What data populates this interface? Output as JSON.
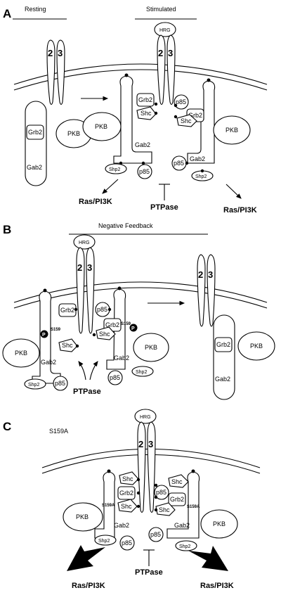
{
  "panels": {
    "a": "A",
    "b": "B",
    "c": "C"
  },
  "headers": {
    "resting": "Resting",
    "stimulated": "Stimulated",
    "negative_feedback": "Negative Feedback",
    "mutant": "S159A"
  },
  "labels": {
    "hrg": "HRG",
    "r2": "2",
    "r3": "3",
    "grb2": "Grb2",
    "pkb": "PKB",
    "gab2": "Gab2",
    "shc": "Shc",
    "p85": "p85",
    "shp2": "Shp2",
    "p": "P",
    "s159": "S159",
    "s159a": "S159A",
    "ptpase": "PTPase",
    "ras_pi3k": "Ras/PI3K"
  }
}
